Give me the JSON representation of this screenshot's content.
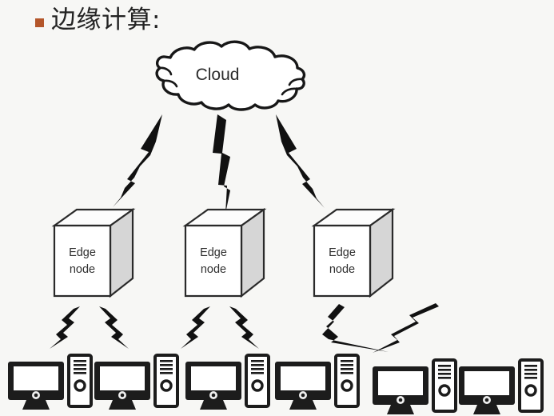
{
  "slide": {
    "title": "边缘计算:",
    "bullet_icon": "square-bullet-icon",
    "bullet_color": "#b4562a",
    "background_color": "#f7f7f5"
  },
  "diagram": {
    "type": "edge-computing-architecture",
    "cloud": {
      "label": "Cloud",
      "icon": "cloud-icon"
    },
    "edge_nodes": [
      {
        "label_line1": "Edge",
        "label_line2": "node",
        "icon": "cube-icon"
      },
      {
        "label_line1": "Edge",
        "label_line2": "node",
        "icon": "cube-icon"
      },
      {
        "label_line1": "Edge",
        "label_line2": "node",
        "icon": "cube-icon"
      }
    ],
    "devices": [
      {
        "icon": "desktop-computer-icon"
      },
      {
        "icon": "desktop-computer-icon"
      },
      {
        "icon": "desktop-computer-icon"
      },
      {
        "icon": "desktop-computer-icon"
      },
      {
        "icon": "desktop-computer-icon"
      },
      {
        "icon": "desktop-computer-icon"
      }
    ],
    "connectors": {
      "icon": "lightning-bolt-icon",
      "color": "#111111",
      "upper_count": 3,
      "lower_count": 6
    },
    "colors": {
      "stroke": "#1b1b1b",
      "box_face": "#ffffff",
      "box_side": "#d6d6d6",
      "box_top": "#fcfcfc",
      "text": "#2b2b2b"
    }
  }
}
